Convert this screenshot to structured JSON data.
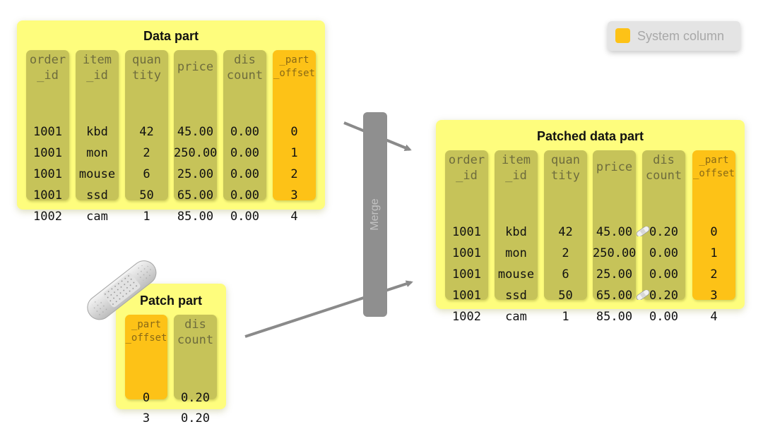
{
  "legend": {
    "label": "System column",
    "color": "#fdc217"
  },
  "merge_label": "Merge",
  "data_part": {
    "title": "Data part",
    "columns": [
      {
        "h1": "order",
        "h2": "_id",
        "cells": [
          "1001",
          "1001",
          "1001",
          "1001",
          "1002"
        ]
      },
      {
        "h1": "item",
        "h2": "_id",
        "cells": [
          "kbd",
          "mon",
          "mouse",
          "ssd",
          "cam"
        ]
      },
      {
        "h1": "quan",
        "h2": "tity",
        "cells": [
          "42",
          "2",
          "6",
          "50",
          "1"
        ]
      },
      {
        "h1": "price",
        "h2": "",
        "cells": [
          "45.00",
          "250.00",
          "25.00",
          "65.00",
          "85.00"
        ]
      },
      {
        "h1": "dis",
        "h2": "count",
        "cells": [
          "0.00",
          "0.00",
          "0.00",
          "0.00",
          "0.00"
        ]
      },
      {
        "h1": "_part",
        "h2": "_offset",
        "cells": [
          "0",
          "1",
          "2",
          "3",
          "4"
        ]
      }
    ]
  },
  "patch_part": {
    "title": "Patch part",
    "columns": [
      {
        "h1": "_part",
        "h2": "_offset",
        "cells": [
          "0",
          "3"
        ]
      },
      {
        "h1": "dis",
        "h2": "count",
        "cells": [
          "0.20",
          "0.20"
        ]
      }
    ]
  },
  "patched_part": {
    "title": "Patched data part",
    "columns": [
      {
        "h1": "order",
        "h2": "_id",
        "cells": [
          "1001",
          "1001",
          "1001",
          "1001",
          "1002"
        ]
      },
      {
        "h1": "item",
        "h2": "_id",
        "cells": [
          "kbd",
          "mon",
          "mouse",
          "ssd",
          "cam"
        ]
      },
      {
        "h1": "quan",
        "h2": "tity",
        "cells": [
          "42",
          "2",
          "6",
          "50",
          "1"
        ]
      },
      {
        "h1": "price",
        "h2": "",
        "cells": [
          "45.00",
          "250.00",
          "25.00",
          "65.00",
          "85.00"
        ]
      },
      {
        "h1": "dis",
        "h2": "count",
        "cells": [
          "0.20",
          "0.00",
          "0.00",
          "0.20",
          "0.00"
        ]
      },
      {
        "h1": "_part",
        "h2": "_offset",
        "cells": [
          "0",
          "1",
          "2",
          "3",
          "4"
        ]
      }
    ]
  }
}
